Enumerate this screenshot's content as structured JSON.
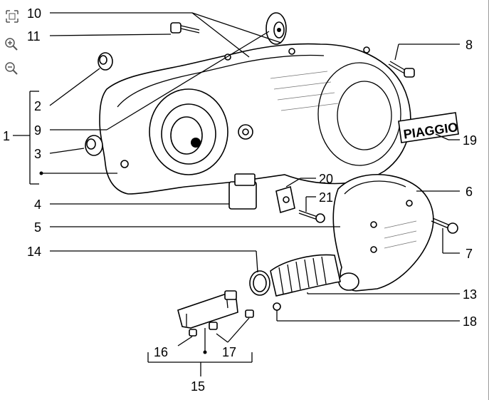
{
  "brand_text": "PIAGGIO",
  "toolbar": [
    {
      "icon": "fit-to-window-icon"
    },
    {
      "icon": "zoom-in-icon"
    },
    {
      "icon": "zoom-out-icon"
    }
  ],
  "callouts": {
    "c1": "1",
    "c2": "2",
    "c3": "3",
    "c4": "4",
    "c5": "5",
    "c6": "6",
    "c7": "7",
    "c8": "8",
    "c9": "9",
    "c10": "10",
    "c11": "11",
    "c13": "13",
    "c14": "14",
    "c15": "15",
    "c16": "16",
    "c17": "17",
    "c18": "18",
    "c19": "19",
    "c20": "20",
    "c21": "21"
  }
}
